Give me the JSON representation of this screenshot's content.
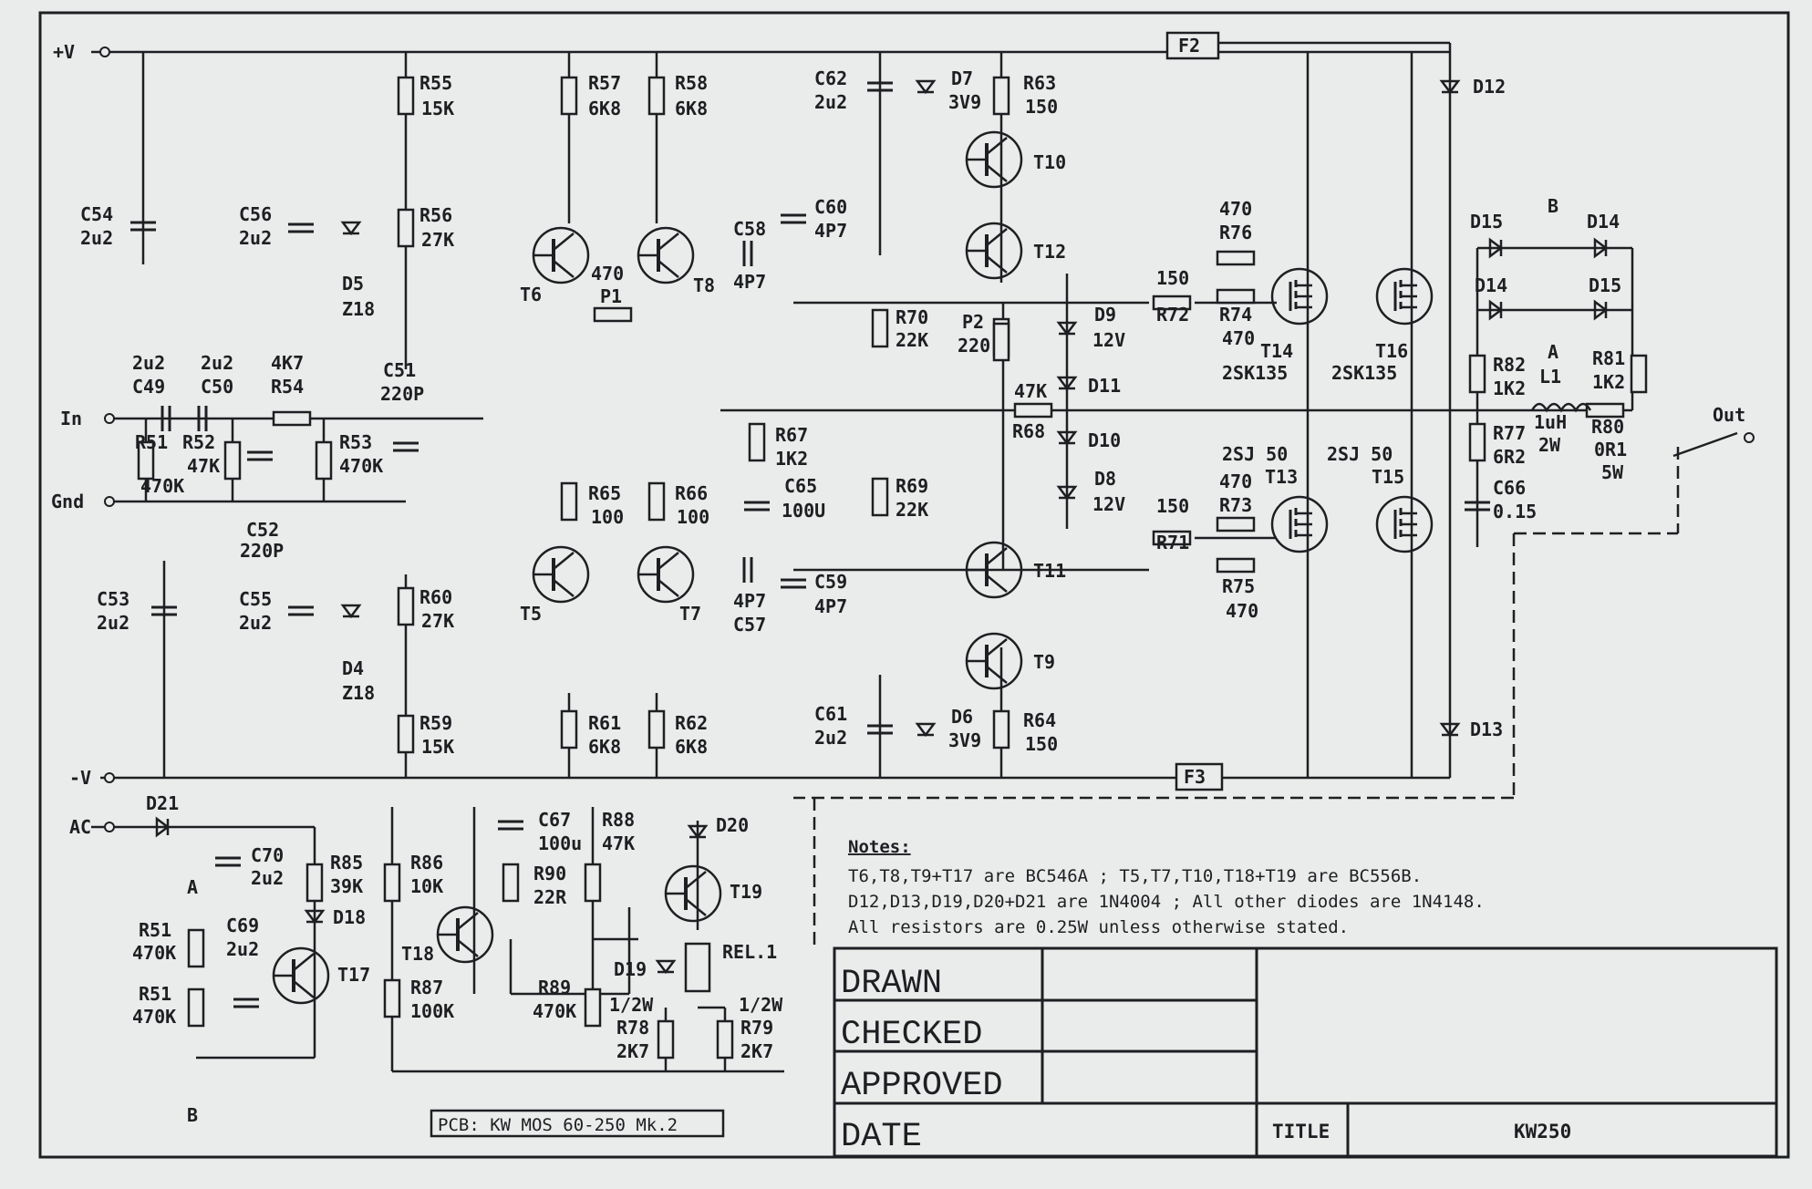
{
  "rails": {
    "vplus": "+V",
    "vminus": "-V",
    "ac": "AC",
    "in": "In",
    "gnd": "Gnd",
    "out": "Out"
  },
  "fuses": {
    "f2": "F2",
    "f3": "F3"
  },
  "components": {
    "R55": "R55",
    "R55v": "15K",
    "R56": "R56",
    "R56v": "27K",
    "R57": "R57",
    "R57v": "6K8",
    "R58": "R58",
    "R58v": "6K8",
    "R59": "R59",
    "R59v": "15K",
    "R60": "R60",
    "R60v": "27K",
    "R61": "R61",
    "R61v": "6K8",
    "R62": "R62",
    "R62v": "6K8",
    "R63": "R63",
    "R63v": "150",
    "R64": "R64",
    "R64v": "150",
    "R65": "R65",
    "R65v": "100",
    "R66": "R66",
    "R66v": "100",
    "R67": "R67",
    "R67v": "1K2",
    "R68": "R68",
    "R68v": "47K",
    "R69": "R69",
    "R69v": "22K",
    "R70": "R70",
    "R70v": "22K",
    "R71": "R71",
    "R71v": "150",
    "R72": "R72",
    "R72v": "150",
    "R73": "R73",
    "R73v": "470",
    "R74": "R74",
    "R74v": "470",
    "R75": "R75",
    "R75v": "470",
    "R76": "R76",
    "R76v": "470",
    "R77": "R77",
    "R77v": "6R2",
    "R80": "R80",
    "R80v": "0R1",
    "R80p": "5W",
    "R81": "R81",
    "R81v": "1K2",
    "R82": "R82",
    "R82v": "1K2",
    "R51": "R51",
    "R52": "R52",
    "R5152v": "470K",
    "R52v": "47K",
    "R53": "R53",
    "R53v": "470K",
    "R54": "R54",
    "R54v": "4K7",
    "R85": "R85",
    "R85v": "39K",
    "R86": "R86",
    "R86v": "10K",
    "R87": "R87",
    "R87v": "100K",
    "R88": "R88",
    "R88v": "47K",
    "R89": "R89",
    "R89v": "470K",
    "R90": "R90",
    "R90v": "22R",
    "R78": "R78",
    "R78v": "2K7",
    "R79": "R79",
    "R79v": "2K7",
    "Rhalfw": "1/2W",
    "R51a": "R51",
    "R51av": "470K",
    "C49": "C49",
    "C49v": "2u2",
    "C50": "C50",
    "C50v": "2u2",
    "C51": "C51",
    "C51v": "220P",
    "C52": "C52",
    "C52v": "220P",
    "C53": "C53",
    "C53v": "2u2",
    "C54": "C54",
    "C54v": "2u2",
    "C55": "C55",
    "C55v": "2u2",
    "C56": "C56",
    "C56v": "2u2",
    "C57": "C57",
    "C57v": "4P7",
    "C58": "C58",
    "C58v": "4P7",
    "C59": "C59",
    "C59v": "4P7",
    "C60": "C60",
    "C60v": "4P7",
    "C61": "C61",
    "C61v": "2u2",
    "C62": "C62",
    "C62v": "2u2",
    "C65": "C65",
    "C65v": "100U",
    "C66": "C66",
    "C66v": "0.15",
    "C67": "C67",
    "C67v": "100u",
    "C69": "C69",
    "C69v": "2u2",
    "C70": "C70",
    "C70v": "2u2",
    "D4": "D4",
    "D4v": "Z18",
    "D5": "D5",
    "D5v": "Z18",
    "D6": "D6",
    "D6v": "3V9",
    "D7": "D7",
    "D7v": "3V9",
    "D8": "D8",
    "D8v": "12V",
    "D9": "D9",
    "D9v": "12V",
    "D10": "D10",
    "D11": "D11",
    "D12": "D12",
    "D13": "D13",
    "D14": "D14",
    "D15": "D15",
    "D18": "D18",
    "D19": "D19",
    "D20": "D20",
    "D21": "D21",
    "T5": "T5",
    "T6": "T6",
    "T7": "T7",
    "T8": "T8",
    "T9": "T9",
    "T10": "T10",
    "T11": "T11",
    "T12": "T12",
    "T13": "T13",
    "T13t": "2SJ 50",
    "T14": "T14",
    "T14t": "2SK135",
    "T15": "T15",
    "T15t": "2SJ 50",
    "T16": "T16",
    "T16t": "2SK135",
    "T17": "T17",
    "T18": "T18",
    "T19": "T19",
    "P1": "P1",
    "P1v": "470",
    "P2": "P2",
    "P2v": "220",
    "L1": "L1",
    "L1v": "1uH",
    "L1p": "2W",
    "REL": "REL.1",
    "A": "A",
    "B": "B"
  },
  "notes": {
    "heading": "Notes:",
    "line1": "T6,T8,T9+T17 are BC546A  ; T5,T7,T10,T18+T19 are BC556B.",
    "line2": "D12,D13,D19,D20+D21 are 1N4004 ; All other diodes are 1N4148.",
    "line3": "All resistors are 0.25W unless otherwise stated."
  },
  "pcb": "PCB: KW MOS 60-250  Mk.2",
  "title_block": {
    "drawn": "DRAWN",
    "checked": "CHECKED",
    "approved": "APPROVED",
    "date": "DATE",
    "title_label": "TITLE",
    "title_value": "KW250"
  }
}
